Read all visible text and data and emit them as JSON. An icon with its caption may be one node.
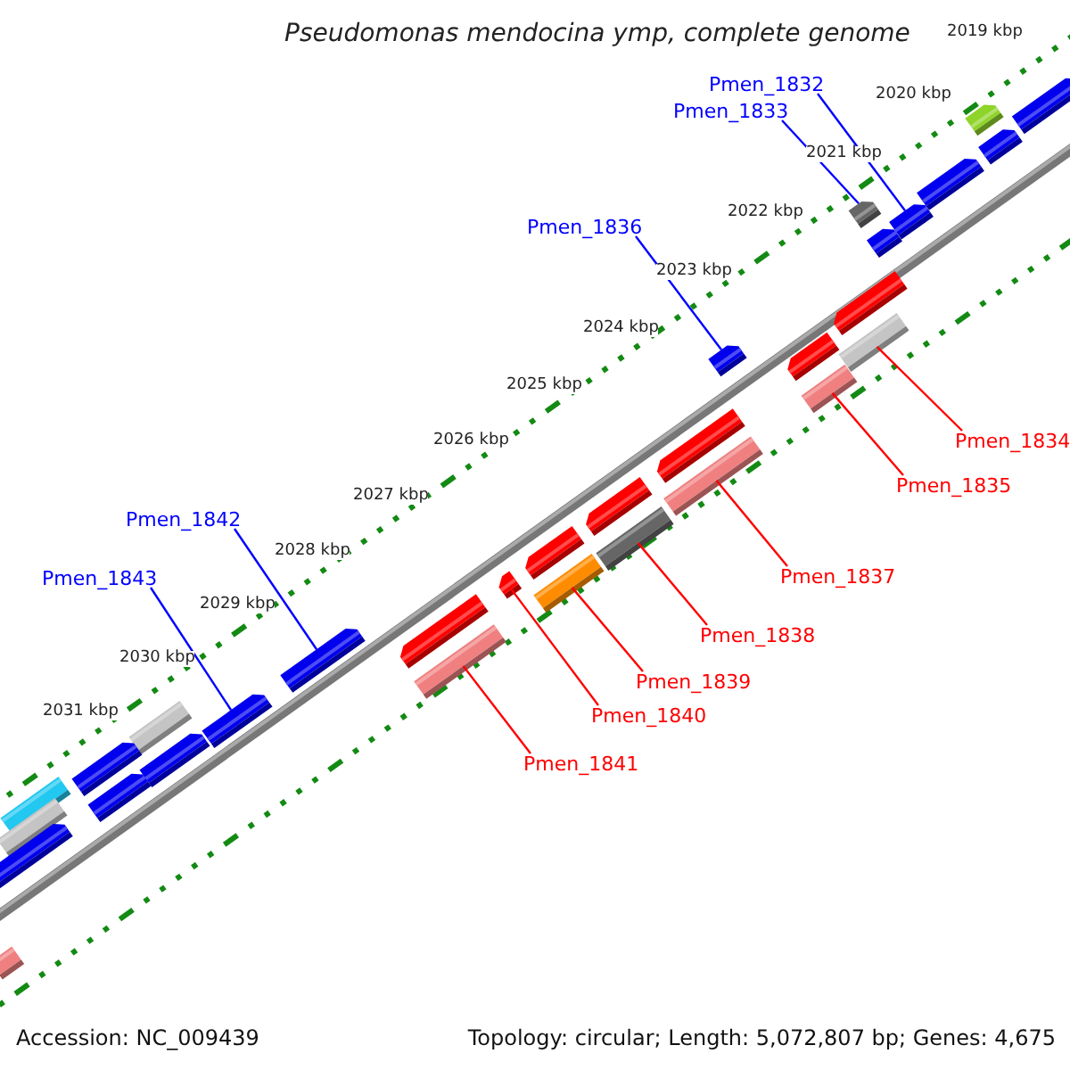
{
  "diagram": {
    "title": "Pseudomonas mendocina ymp, complete genome",
    "nodes": [
      {
        "text": [
          "Pmen_1832"
        ]
      },
      {
        "text": [
          "Pmen_1833"
        ]
      },
      {
        "text": [
          "Pmen_1836"
        ]
      },
      {
        "text": [
          "Pmen_1834"
        ]
      },
      {
        "text": [
          "Pmen_1835"
        ]
      },
      {
        "text": [
          "Pmen_1842"
        ]
      },
      {
        "text": [
          "Pmen_1837"
        ]
      },
      {
        "text": [
          "Pmen_1843"
        ]
      },
      {
        "text": [
          "Pmen_1838"
        ]
      },
      {
        "text": [
          "Pmen_1839"
        ]
      },
      {
        "text": [
          "Pmen_1840"
        ]
      },
      {
        "text": [
          "Pmen_1841"
        ]
      },
      {
        "text": [],
        "shape": "bar"
      },
      {
        "text": [],
        "shape": "bar"
      },
      {
        "text": [],
        "shape": "bar"
      },
      {
        "text": [],
        "shape": "bar"
      },
      {
        "text": [],
        "shape": "bar"
      },
      {
        "text": [],
        "shape": "bar"
      },
      {
        "text": [],
        "shape": "bar"
      },
      {
        "text": [],
        "shape": "bar"
      },
      {
        "text": [],
        "shape": "bar"
      },
      {
        "text": [],
        "shape": "bar"
      },
      {
        "text": [],
        "shape": "bar"
      },
      {
        "text": [],
        "shape": "bar"
      },
      {
        "text": [],
        "shape": "bar"
      },
      {
        "text": [],
        "shape": "bar"
      },
      {
        "text": [],
        "shape": "bar"
      },
      {
        "text": [],
        "shape": "bar"
      },
      {
        "text": [],
        "shape": "bar"
      },
      {
        "text": [],
        "shape": "bar"
      },
      {
        "text": [],
        "shape": "bar"
      },
      {
        "text": [],
        "shape": "bar"
      },
      {
        "text": [],
        "shape": "bar"
      },
      {
        "text": [],
        "shape": "bar"
      },
      {
        "text": [],
        "shape": "bar"
      },
      {
        "text": [],
        "shape": "bar"
      },
      {
        "text": [],
        "shape": "bar"
      },
      {
        "text": [],
        "shape": "bar"
      },
      {
        "text": [],
        "shape": "bar"
      },
      {
        "text": [],
        "shape": "bar"
      },
      {
        "text": [],
        "shape": "bar"
      },
      {
        "text": [],
        "shape": "bar"
      },
      {
        "text": [],
        "shape": "bar"
      }
    ],
    "edges": [
      {
        "from": 0,
        "to": 17,
        "arrow": "none",
        "color": "#0000ff"
      },
      {
        "from": 1,
        "to": 16,
        "arrow": "none",
        "color": "#0000ff"
      },
      {
        "from": 2,
        "to": 22,
        "arrow": "none",
        "color": "#0000ff"
      },
      {
        "from": 3,
        "to": 20,
        "arrow": "none"
      },
      {
        "from": 4,
        "to": 23,
        "arrow": "none"
      },
      {
        "from": 5,
        "to": 32,
        "arrow": "none",
        "color": "#0000ff"
      },
      {
        "from": 6,
        "to": 25,
        "arrow": "none"
      },
      {
        "from": 7,
        "to": 34,
        "arrow": "none",
        "color": "#0000ff"
      },
      {
        "from": 8,
        "to": 27,
        "arrow": "none"
      },
      {
        "from": 9,
        "to": 29,
        "arrow": "none"
      },
      {
        "from": 10,
        "to": 30,
        "arrow": "none"
      },
      {
        "from": 11,
        "to": 33,
        "arrow": "none"
      }
    ],
    "labels": [
      "2019 kbp",
      "2020 kbp",
      "2021 kbp",
      "2022 kbp",
      "2023 kbp",
      "2024 kbp",
      "2025 kbp",
      "2026 kbp",
      "2027 kbp",
      "2028 kbp",
      "2029 kbp",
      "2030 kbp",
      "2031 kbp",
      "Accession: NC_009439",
      "Topology: circular; Length: 5,072,807 bp; Genes: 4,675"
    ]
  }
}
